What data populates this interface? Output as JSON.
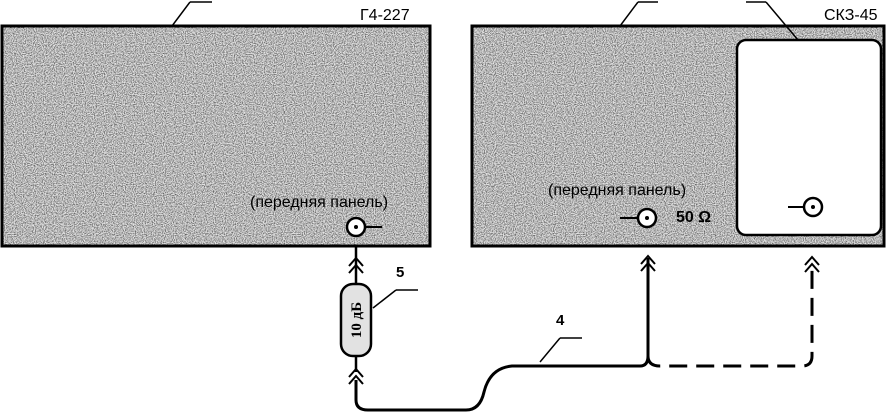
{
  "generator": {
    "name": "Г4-227",
    "panel_label": "(передняя панель)"
  },
  "meter": {
    "name": "СКЗ-45",
    "panel_label": "(передняя панель)",
    "input_label": "50 Ω"
  },
  "attenuator": {
    "label": "10 дБ",
    "callout": "5"
  },
  "cable": {
    "callout": "4"
  },
  "colors": {
    "line": "#000000",
    "panel_texture": "#d4d4d4",
    "background": "#ffffff"
  }
}
